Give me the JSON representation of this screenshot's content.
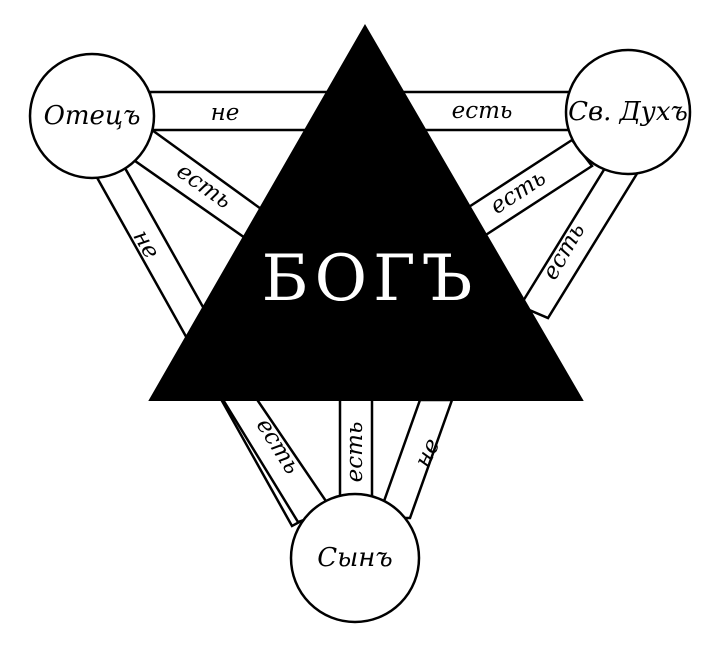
{
  "colors": {
    "ink": "#000000",
    "paper": "#ffffff"
  },
  "center": {
    "label": "БОГЪ"
  },
  "nodes": {
    "father": "Отецъ",
    "spirit": "Св. Духъ",
    "son": "Сынъ"
  },
  "links": {
    "father_spirit": "не",
    "spirit_center": "есть",
    "father_center": "есть",
    "spirit_center_lower": "есть",
    "father_son": "не",
    "son_center_left": "есть",
    "son_center_mid": "есть",
    "son_spirit": "не"
  }
}
